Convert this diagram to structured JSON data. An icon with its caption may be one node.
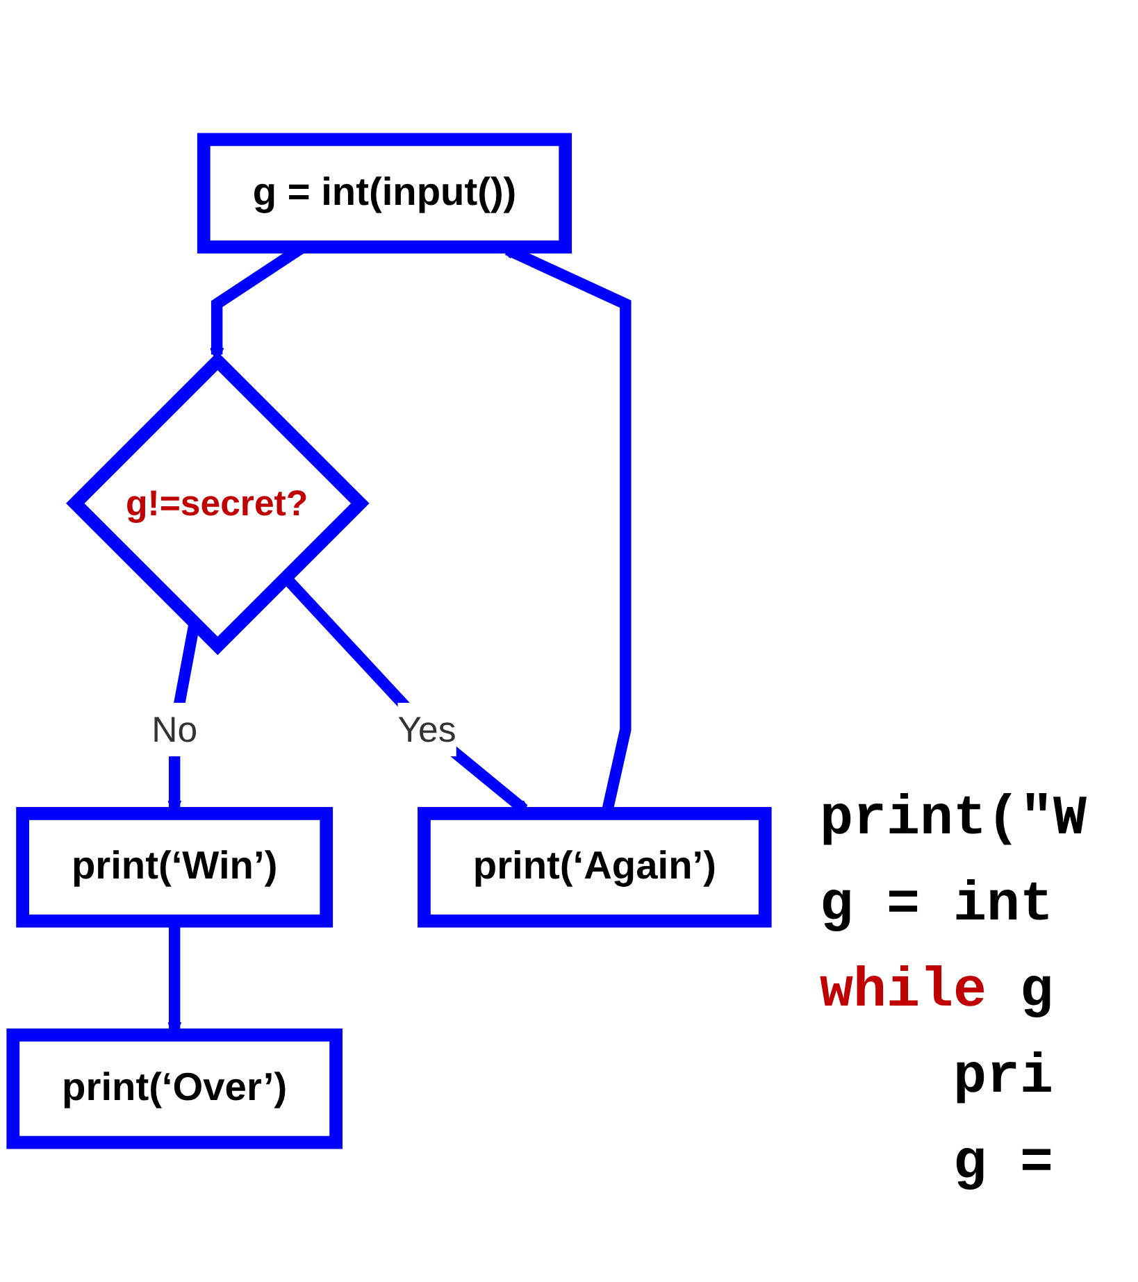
{
  "diagram": {
    "nodes": [
      {
        "text": [
          "g = int(input())"
        ]
      },
      {
        "text": [
          "g!=secret?"
        ]
      },
      {
        "text": [
          "print(‘Again’)"
        ]
      },
      {
        "text": [
          "print(‘Win’)"
        ]
      },
      {
        "text": [
          "print(‘Over’)"
        ]
      }
    ],
    "edges": [
      {
        "from": 0,
        "to": 1,
        "arrow": "to"
      },
      {
        "from": 1,
        "to": 3,
        "label": "No",
        "arrow": "to"
      },
      {
        "from": 1,
        "to": 2,
        "label": "Yes",
        "arrow": "to"
      },
      {
        "from": 2,
        "to": 0,
        "arrow": "to"
      },
      {
        "from": 3,
        "to": 4,
        "arrow": "to"
      }
    ],
    "labels": [
      "print(\"W",
      "g = int",
      "while g",
      "pri",
      "g ="
    ]
  }
}
